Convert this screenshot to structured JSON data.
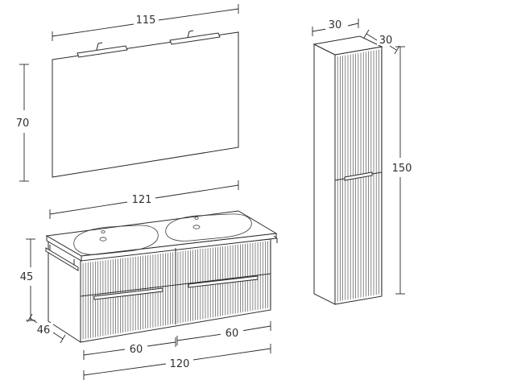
{
  "dimensions": {
    "mirror_width": "115",
    "mirror_height": "70",
    "column_width": "30",
    "column_depth": "30",
    "column_height": "150",
    "vanity_top_width": "121",
    "vanity_height": "45",
    "vanity_depth": "46",
    "drawer_left_width": "60",
    "drawer_right_width": "60",
    "vanity_base_width": "120"
  }
}
